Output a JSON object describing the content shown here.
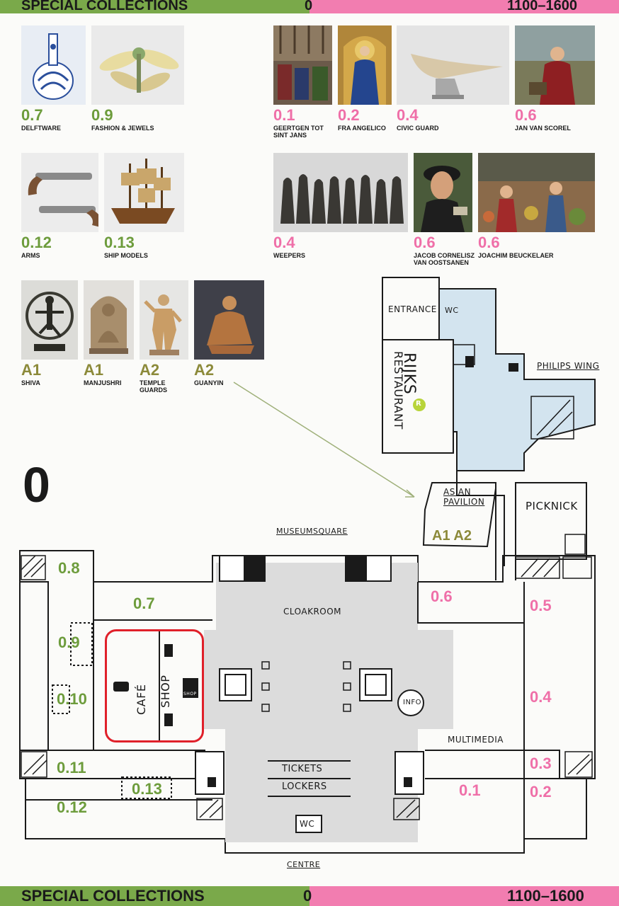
{
  "header": {
    "left": "SPECIAL COLLECTIONS",
    "center": "0",
    "right": "1100–1600"
  },
  "footer": {
    "left": "SPECIAL COLLECTIONS",
    "center": "0",
    "right": "1100–1600"
  },
  "colors": {
    "special_collections": "#7aa94a",
    "period_1100_1600": "#f27db0",
    "asian_pavilion": "#8c8a3a",
    "highlight": "#e0202a",
    "wing_fill": "#d3e4ef",
    "hall_fill": "#d9d9d9"
  },
  "artworks": [
    {
      "room": "0.7",
      "name": "DELFTWARE"
    },
    {
      "room": "0.9",
      "name": "FASHION & JEWELS"
    },
    {
      "room": "0.12",
      "name": "ARMS"
    },
    {
      "room": "0.13",
      "name": "SHIP MODELS"
    },
    {
      "room": "A1",
      "name": "SHIVA"
    },
    {
      "room": "A1",
      "name": "MANJUSHRI"
    },
    {
      "room": "A2",
      "name": "TEMPLE\nGUARDS"
    },
    {
      "room": "A2",
      "name": "GUANYIN"
    },
    {
      "room": "0.1",
      "name": "GEERTGEN TOT\nSINT JANS"
    },
    {
      "room": "0.2",
      "name": "FRA ANGELICO"
    },
    {
      "room": "0.4",
      "name": "CIVIC GUARD"
    },
    {
      "room": "0.6",
      "name": "JAN VAN SCOREL"
    },
    {
      "room": "0.4",
      "name": "WEEPERS"
    },
    {
      "room": "0.6",
      "name": "JACOB CORNELISZ\nVAN OOSTSANEN"
    },
    {
      "room": "0.6",
      "name": "JOACHIM BEUCKELAER"
    }
  ],
  "map": {
    "floor": "0",
    "labels": {
      "entrance": "ENTRANCE",
      "wc_top": "WC",
      "rijks": "RIJKS",
      "restaurant": "RESTAURANT",
      "r_badge": "R",
      "philips_wing": "PHILIPS WING",
      "asian_pavilion": "ASIAN\nPAVILION",
      "asian_rooms": "A1 A2",
      "picknick": "PICKNICK",
      "museumsquare": "MUSEUMSQUARE",
      "cloakroom": "CLOAKROOM",
      "cafe": "CAFÉ",
      "shop": "SHOP",
      "shop_icon": "SHOP",
      "info": "INFO",
      "multimedia": "MULTIMEDIA",
      "tickets": "TICKETS",
      "lockers": "LOCKERS",
      "wc_bottom": "WC",
      "centre": "CENTRE"
    },
    "rooms_green": [
      "0.8",
      "0.7",
      "0.9",
      "0.10",
      "0.11",
      "0.13",
      "0.12"
    ],
    "rooms_pink": [
      "0.6",
      "0.5",
      "0.4",
      "0.3",
      "0.1",
      "0.2"
    ]
  }
}
